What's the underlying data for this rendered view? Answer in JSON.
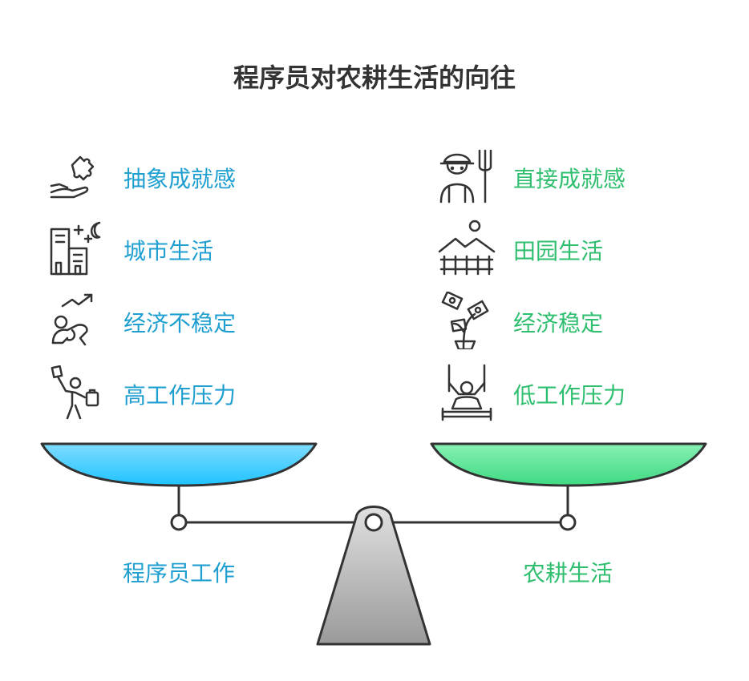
{
  "title": "程序员对农耕生活的向往",
  "left": {
    "label": "程序员工作",
    "color": "#1f9fd0",
    "items": [
      {
        "text": "抽象成就感",
        "icon": "puzzle-hand-icon"
      },
      {
        "text": "城市生活",
        "icon": "city-night-icon"
      },
      {
        "text": "经济不稳定",
        "icon": "falling-chart-person-icon"
      },
      {
        "text": "高工作压力",
        "icon": "stressed-worker-icon"
      }
    ]
  },
  "right": {
    "label": "农耕生活",
    "color": "#2fbf6f",
    "items": [
      {
        "text": "直接成就感",
        "icon": "farmer-pitchfork-icon"
      },
      {
        "text": "田园生活",
        "icon": "countryside-fence-icon"
      },
      {
        "text": "经济稳定",
        "icon": "money-plant-icon"
      },
      {
        "text": "低工作压力",
        "icon": "swing-relax-icon"
      }
    ]
  }
}
